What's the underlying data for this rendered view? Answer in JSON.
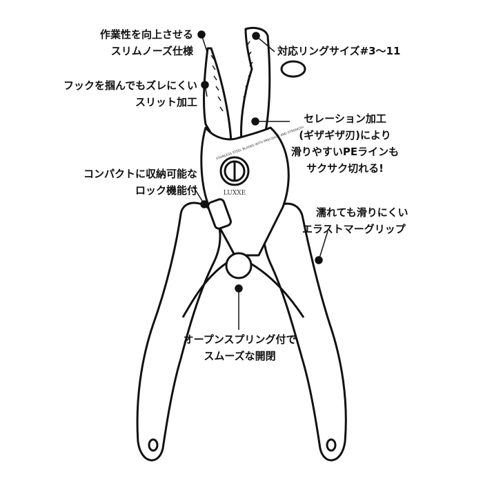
{
  "engraving": {
    "arc_text": "STAINLESS STEEL BLADES WITH PRECISION AND STRENGTH",
    "brand": "LUXXE"
  },
  "callouts": [
    {
      "id": "slim-nose",
      "lines": [
        "作業性を向上させる",
        "スリムノーズ仕様"
      ]
    },
    {
      "id": "slit",
      "lines": [
        "フックを掴んでもズレにくい",
        "スリット加工"
      ]
    },
    {
      "id": "ring-size",
      "lines": [
        "対応リングサイズ#3～11"
      ]
    },
    {
      "id": "serration",
      "lines": [
        "セレーション加工",
        "(ギザギザ刃)により",
        "滑りやすいPEラインも",
        "サクサク切れる!"
      ]
    },
    {
      "id": "lock",
      "lines": [
        "コンパクトに収納可能な",
        "ロック機能付"
      ]
    },
    {
      "id": "grip",
      "lines": [
        "濡れても滑りにくい",
        "エラストマーグリップ"
      ]
    },
    {
      "id": "spring",
      "lines": [
        "オープンスプリング付で",
        "スムーズな開閉"
      ]
    }
  ],
  "colors": {
    "ink": "#111111",
    "background": "#ffffff"
  }
}
